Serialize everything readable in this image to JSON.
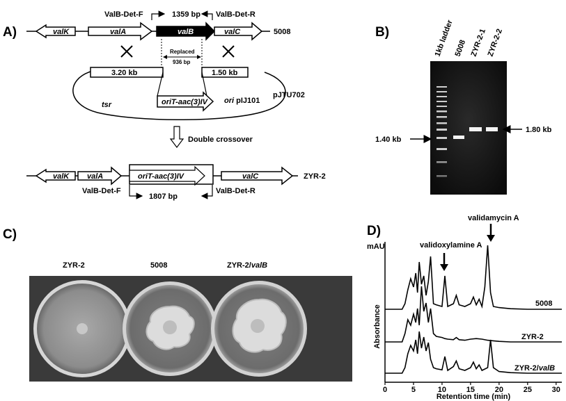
{
  "panel_a": {
    "label": "A)",
    "top_primer_f": "ValB-Det-F",
    "top_primer_r": "ValB-Det-R",
    "top_size": "1359 bp",
    "strain_top": "5008",
    "genes_top": [
      "valK",
      "valA",
      "valB",
      "valC"
    ],
    "replaced": "Replaced",
    "replaced_bp": "936 bp",
    "left_arm": "3.20 kb",
    "right_arm": "1.50 kb",
    "cassette": "oriT-aac(3)IV",
    "tsr": "tsr",
    "ori_prefix": "ori",
    "ori_name": "pIJ101",
    "plasmid": "pJTU702",
    "crossover": "Double crossover",
    "genes_bottom": [
      "valK",
      "valA",
      "oriT-aac(3)IV",
      "valC"
    ],
    "strain_bottom": "ZYR-2",
    "bottom_primer_f": "ValB-Det-F",
    "bottom_primer_r": "ValB-Det-R",
    "bottom_size": "1807 bp"
  },
  "panel_b": {
    "label": "B)",
    "lanes": [
      "1kb ladder",
      "5008",
      "ZYR-2-1",
      "ZYR-2-2"
    ],
    "left_marker": "1.40 kb",
    "right_marker": "1.80 kb"
  },
  "panel_c": {
    "label": "C)",
    "plates": [
      "ZYR-2",
      "5008",
      "ZYR-2/"
    ],
    "plate3_gene": "valB"
  },
  "panel_d": {
    "label": "D)",
    "ylabel_top": "mAU",
    "ylabel": "Absorbance",
    "xlabel": "Retention time (min)",
    "peak_labels": [
      "validoxylamine A",
      "validamycin A"
    ],
    "trace_labels": [
      "5008",
      "ZYR-2",
      "ZYR-2/"
    ],
    "trace3_gene": "valB"
  },
  "chart_data": {
    "type": "line",
    "xlabel": "Retention time (min)",
    "ylabel": "Absorbance",
    "xlim": [
      0,
      31
    ],
    "xticks": [
      0,
      5,
      10,
      15,
      20,
      25,
      30
    ],
    "series": [
      {
        "name": "5008",
        "x": [
          0,
          3,
          3.5,
          4,
          4.5,
          5,
          5.4,
          5.7,
          6,
          6.4,
          6.8,
          7.2,
          7.6,
          8,
          8.5,
          9,
          10,
          10.5,
          11,
          12,
          12.5,
          13,
          14,
          15,
          15.5,
          16,
          16.5,
          17,
          17.5,
          18,
          18.5,
          19,
          20,
          22,
          25,
          31
        ],
        "y": [
          0,
          0,
          10,
          35,
          55,
          40,
          65,
          30,
          85,
          45,
          60,
          25,
          50,
          95,
          10,
          8,
          5,
          60,
          5,
          10,
          25,
          8,
          5,
          10,
          22,
          8,
          18,
          5,
          40,
          115,
          30,
          5,
          3,
          1,
          0,
          0
        ]
      },
      {
        "name": "ZYR-2",
        "x": [
          0,
          3,
          3.5,
          4,
          4.5,
          5,
          5.4,
          5.7,
          6,
          6.4,
          6.8,
          7.2,
          7.6,
          8,
          8.5,
          9,
          10,
          10.5,
          11,
          12,
          12.5,
          13,
          14,
          15,
          16,
          17,
          18,
          19,
          20,
          22,
          25,
          31
        ],
        "y": [
          0,
          0,
          15,
          40,
          30,
          50,
          35,
          60,
          30,
          100,
          55,
          70,
          35,
          60,
          15,
          10,
          8,
          6,
          5,
          4,
          8,
          4,
          3,
          5,
          6,
          5,
          3,
          2,
          1,
          0,
          0,
          0
        ]
      },
      {
        "name": "ZYR-2/valB",
        "x": [
          0,
          3,
          3.5,
          4,
          4.5,
          5,
          5.4,
          5.7,
          6,
          6.4,
          6.8,
          7.2,
          7.6,
          8,
          8.5,
          9,
          10,
          10.5,
          11,
          12,
          12.5,
          13,
          14,
          15,
          15.5,
          16,
          16.5,
          17,
          18,
          18.5,
          19,
          20,
          22,
          25,
          31
        ],
        "y": [
          0,
          0,
          10,
          35,
          50,
          40,
          60,
          35,
          75,
          45,
          65,
          40,
          55,
          25,
          10,
          8,
          6,
          30,
          5,
          12,
          22,
          8,
          5,
          10,
          20,
          8,
          15,
          5,
          10,
          60,
          10,
          3,
          1,
          0,
          0
        ]
      }
    ],
    "annotations": [
      "validoxylamine A",
      "validamycin A"
    ]
  }
}
